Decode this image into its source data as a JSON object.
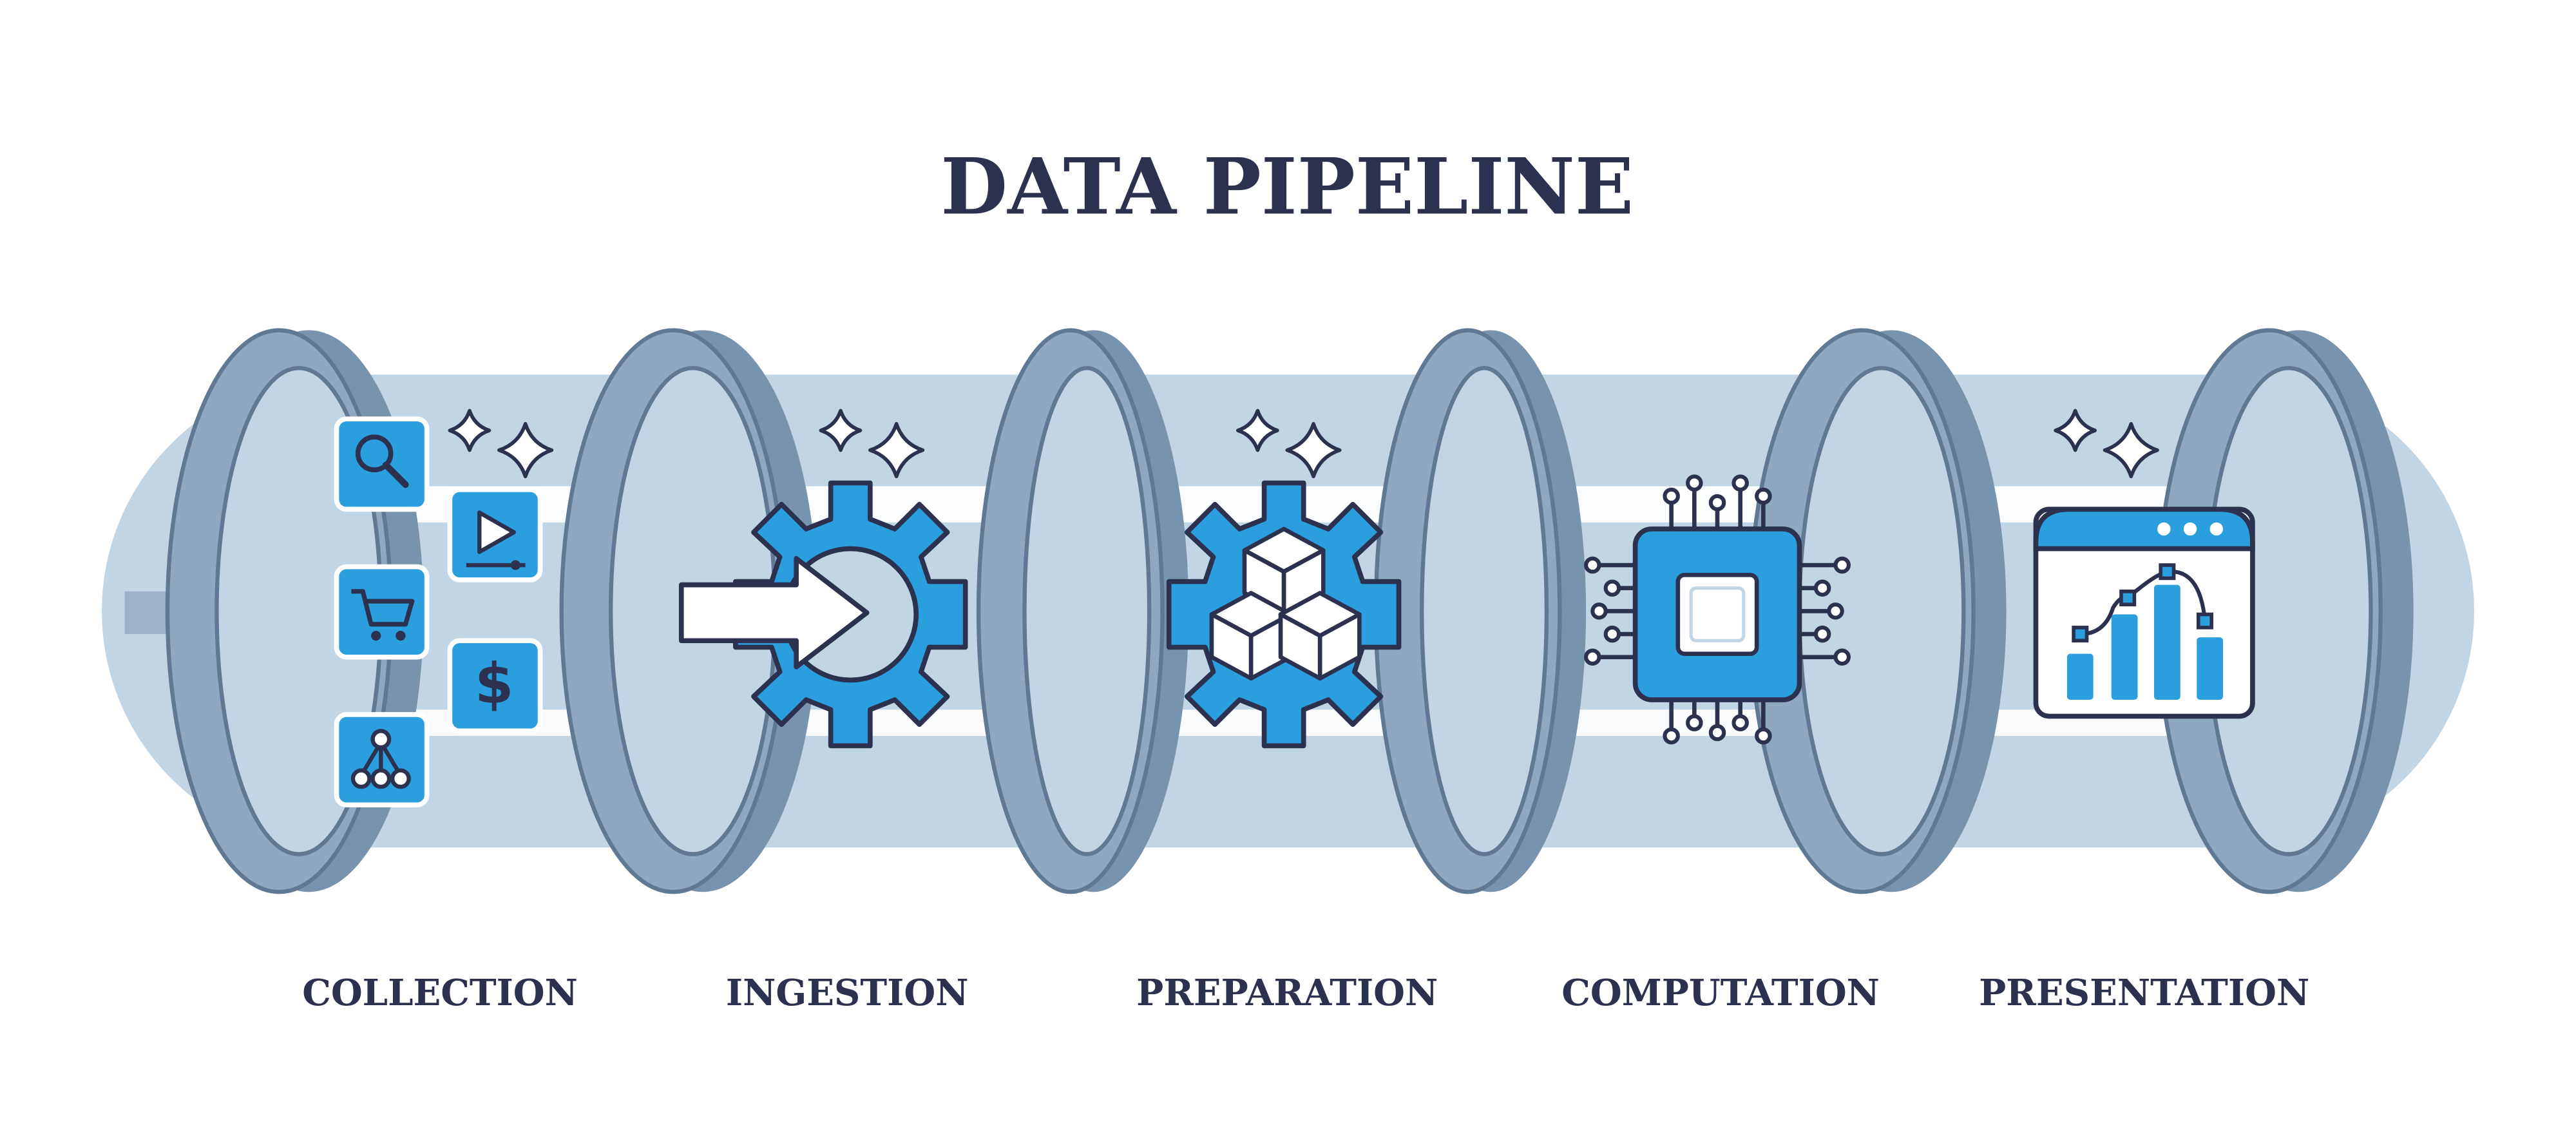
{
  "title": "DATA PIPELINE",
  "stages": [
    {
      "label": "COLLECTION",
      "icon": "collection-tiles-icon"
    },
    {
      "label": "INGESTION",
      "icon": "gear-arrow-icon"
    },
    {
      "label": "PREPARATION",
      "icon": "gear-cubes-icon"
    },
    {
      "label": "COMPUTATION",
      "icon": "cpu-chip-icon"
    },
    {
      "label": "PRESENTATION",
      "icon": "chart-window-icon"
    }
  ],
  "colors": {
    "navy": "#2d3150",
    "blue": "#2b9fde",
    "pipe": "#c2d5e5",
    "ring": "#8ea8c1",
    "ring_dark": "#7893ad",
    "arrow": "#9bb2c8"
  }
}
